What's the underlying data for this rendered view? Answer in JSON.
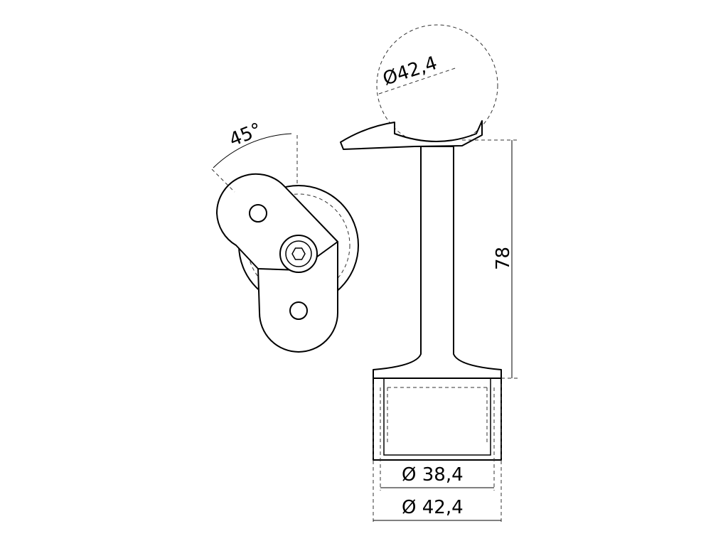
{
  "dimensions": {
    "angle": "45°",
    "top_diameter": "Ø42,4",
    "height": "78",
    "inner_diameter": "Ø 38,4",
    "outer_diameter": "Ø 42,4"
  },
  "colors": {
    "line": "#000000",
    "dashed": "#333333",
    "background": "#ffffff"
  }
}
